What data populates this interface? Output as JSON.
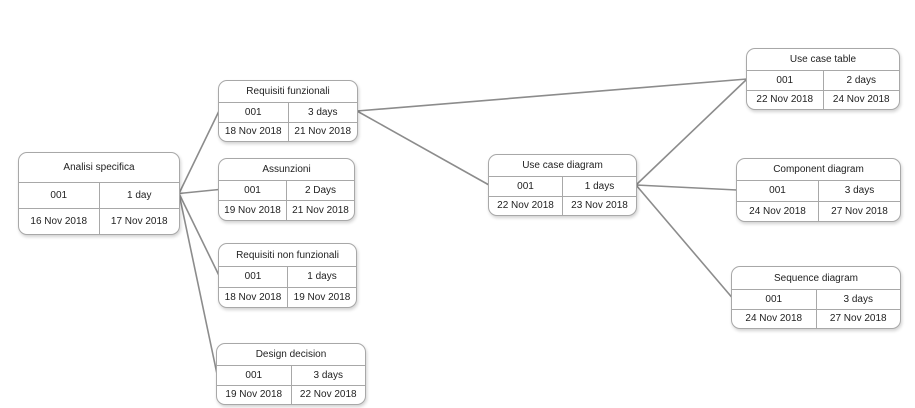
{
  "nodes": [
    {
      "id": "analisi-specifica",
      "title": "Analisi specifica",
      "code": "001",
      "duration": "1 day",
      "start": "16 Nov 2018",
      "end": "17 Nov 2018"
    },
    {
      "id": "requisiti-funzionali",
      "title": "Requisiti funzionali",
      "code": "001",
      "duration": "3 days",
      "start": "18 Nov 2018",
      "end": "21 Nov 2018"
    },
    {
      "id": "assunzioni",
      "title": "Assunzioni",
      "code": "001",
      "duration": "2 Days",
      "start": "19 Nov 2018",
      "end": "21 Nov 2018"
    },
    {
      "id": "requisiti-non-funzionali",
      "title": "Requisiti non funzionali",
      "code": "001",
      "duration": "1 days",
      "start": "18 Nov 2018",
      "end": "19 Nov 2018"
    },
    {
      "id": "design-decision",
      "title": "Design decision",
      "code": "001",
      "duration": "3 days",
      "start": "19 Nov 2018",
      "end": "22 Nov 2018"
    },
    {
      "id": "use-case-diagram",
      "title": "Use case diagram",
      "code": "001",
      "duration": "1 days",
      "start": "22 Nov 2018",
      "end": "23 Nov 2018"
    },
    {
      "id": "use-case-table",
      "title": "Use case table",
      "code": "001",
      "duration": "2 days",
      "start": "22 Nov 2018",
      "end": "24 Nov 2018"
    },
    {
      "id": "component-diagram",
      "title": "Component diagram",
      "code": "001",
      "duration": "3 days",
      "start": "24 Nov 2018",
      "end": "27 Nov 2018"
    },
    {
      "id": "sequence-diagram",
      "title": "Sequence diagram",
      "code": "001",
      "duration": "3 days",
      "start": "24 Nov 2018",
      "end": "27 Nov 2018"
    }
  ],
  "links": [
    {
      "from": "analisi-specifica",
      "to": "requisiti-funzionali"
    },
    {
      "from": "analisi-specifica",
      "to": "assunzioni"
    },
    {
      "from": "analisi-specifica",
      "to": "requisiti-non-funzionali"
    },
    {
      "from": "analisi-specifica",
      "to": "design-decision"
    },
    {
      "from": "requisiti-funzionali",
      "to": "use-case-diagram"
    },
    {
      "from": "requisiti-funzionali",
      "to": "use-case-table"
    },
    {
      "from": "use-case-diagram",
      "to": "use-case-table"
    },
    {
      "from": "use-case-diagram",
      "to": "component-diagram"
    },
    {
      "from": "use-case-diagram",
      "to": "sequence-diagram"
    }
  ]
}
